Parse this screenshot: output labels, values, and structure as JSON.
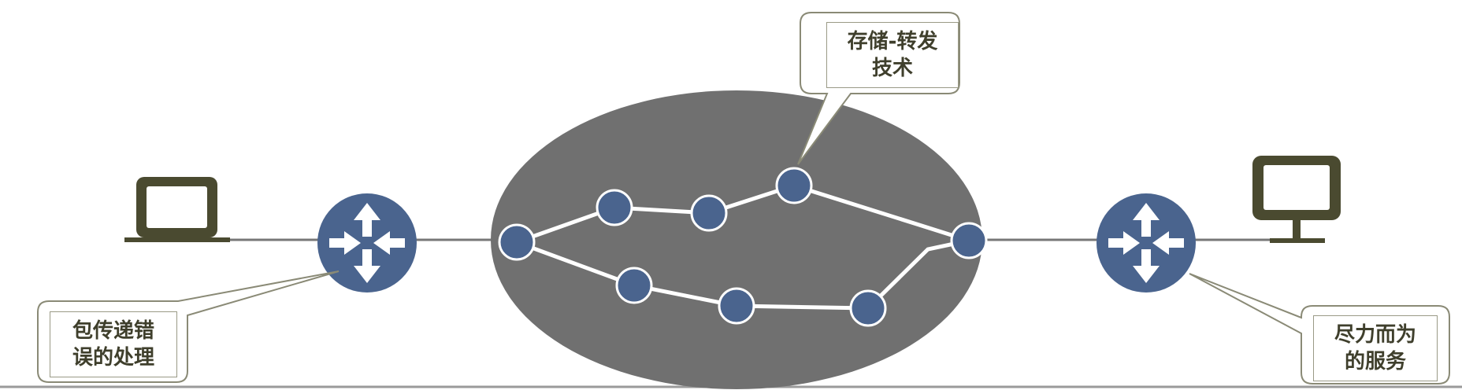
{
  "diagram": {
    "colors": {
      "network_cloud": "#707070",
      "node_fill": "#4a648e",
      "node_stroke": "#ffffff",
      "path_line": "#ffffff",
      "link_line": "#777777",
      "terminal": "#4a4a30",
      "callout_border": "#8a8a76",
      "callout_text": "#3f3f2c"
    },
    "icons": {
      "left_terminal": "laptop-icon",
      "right_terminal": "desktop-monitor-icon",
      "left_router": "router-icon",
      "right_router": "router-icon"
    },
    "callouts": {
      "store_forward": {
        "line1": "存储-转发",
        "line2": "技术"
      },
      "error_handling": {
        "line1": "包传递错",
        "line2": "误的处理"
      },
      "best_effort": {
        "line1": "尽力而为",
        "line2": "的服务"
      }
    }
  }
}
